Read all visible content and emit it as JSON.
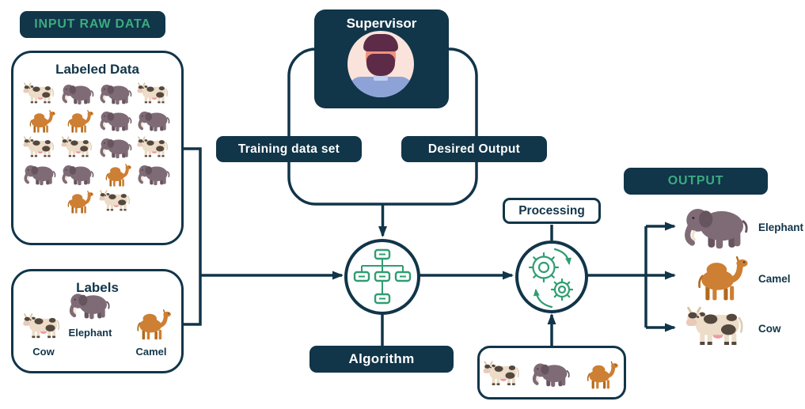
{
  "colors": {
    "navy": "#113549",
    "green": "#3cab80",
    "icon_green": "#2f9e72"
  },
  "input_badge": "INPUT RAW DATA",
  "output_badge": "OUTPUT",
  "supervisor": {
    "title": "Supervisor",
    "avatar_icon": "bearded-man-avatar"
  },
  "training_badge": "Training data set",
  "desired_badge": "Desired Output",
  "algorithm_badge": "Algorithm",
  "processing_badge": "Processing",
  "icons": {
    "algorithm": "flowchart-tree-icon",
    "processing": "gears-cycle-icon"
  },
  "labeled_data": {
    "title": "Labeled Data",
    "animals": [
      "cow",
      "elephant",
      "elephant",
      "cow",
      "camel",
      "camel",
      "elephant",
      "elephant",
      "cow",
      "cow",
      "elephant",
      "cow",
      "elephant",
      "elephant",
      "camel",
      "elephant",
      "camel",
      "cow"
    ]
  },
  "labels_box": {
    "title": "Labels",
    "items": [
      {
        "animal": "elephant",
        "label": "Elephant"
      },
      {
        "animal": "cow",
        "label": "Cow"
      },
      {
        "animal": "camel",
        "label": "Camel"
      }
    ]
  },
  "test_data": {
    "animals": [
      "cow",
      "elephant",
      "camel"
    ]
  },
  "output_items": [
    {
      "animal": "elephant",
      "label": "Elephant"
    },
    {
      "animal": "camel",
      "label": "Camel"
    },
    {
      "animal": "cow",
      "label": "Cow"
    }
  ]
}
